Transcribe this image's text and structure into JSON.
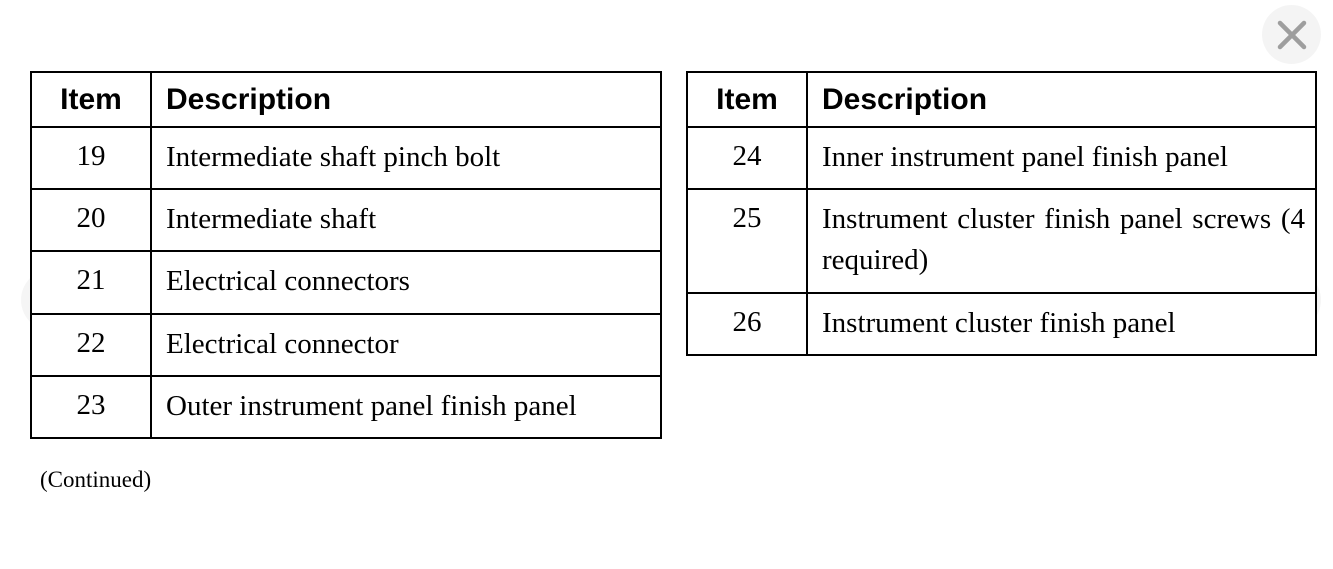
{
  "viewer": {
    "close_icon": "close-icon",
    "prev_icon": "chevron-left-icon",
    "next_icon": "chevron-right-icon",
    "background_color": "#ffffff",
    "overlay_button_color": "#9e9e9e"
  },
  "tables": [
    {
      "id": "left-table",
      "columns": [
        "Item",
        "Description"
      ],
      "rows": [
        {
          "item": "19",
          "description": "Intermediate shaft pinch bolt",
          "lines": 1
        },
        {
          "item": "20",
          "description": "Intermediate shaft",
          "lines": 1
        },
        {
          "item": "21",
          "description": "Electrical connectors",
          "lines": 1
        },
        {
          "item": "22",
          "description": "Electrical connector",
          "lines": 1
        },
        {
          "item": "23",
          "description": "Outer instrument panel finish panel",
          "lines": 2
        }
      ]
    },
    {
      "id": "right-table",
      "columns": [
        "Item",
        "Description"
      ],
      "rows": [
        {
          "item": "24",
          "description": "Inner instrument panel finish panel",
          "lines": 2
        },
        {
          "item": "25",
          "description": "Instrument cluster finish panel screws (4 required)",
          "lines": 2
        },
        {
          "item": "26",
          "description": "Instrument cluster finish panel",
          "lines": 1
        }
      ]
    }
  ],
  "footnote": "(Continued)"
}
